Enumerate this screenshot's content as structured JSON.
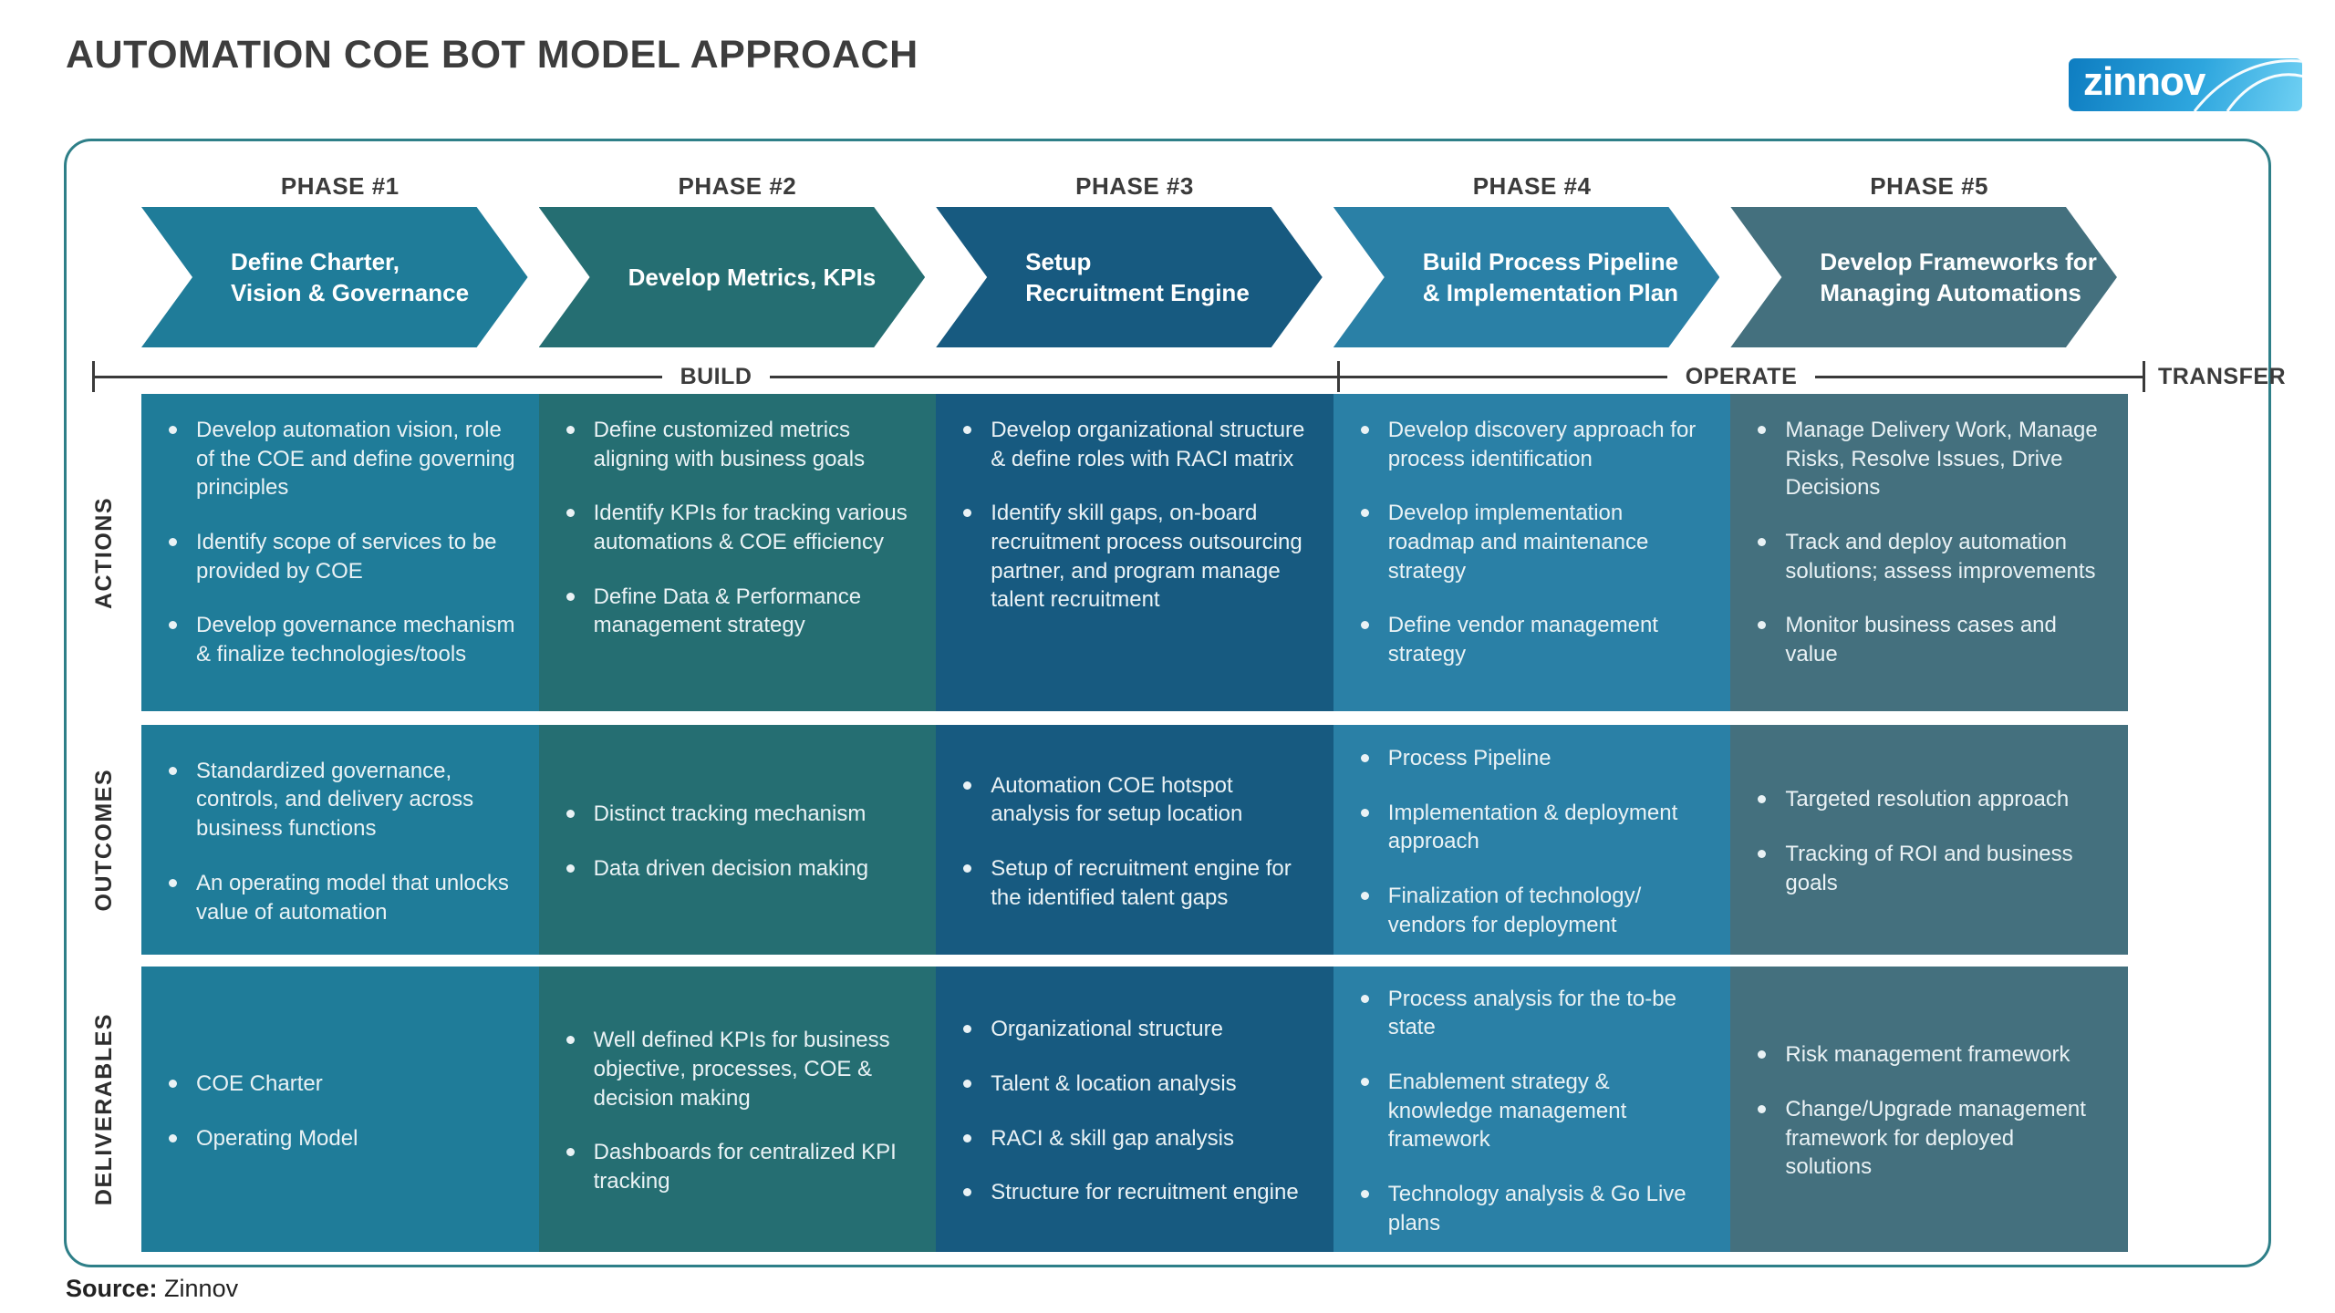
{
  "page": {
    "title": "AUTOMATION COE BOT MODEL APPROACH",
    "logo_text": "zinnov",
    "source_label": "Source:",
    "source_value": "Zinnov"
  },
  "colors": {
    "frame_border": "#2E7F88",
    "title_text": "#3D3D3D",
    "timeline": "#3A3A3A",
    "cell_text": "#EAF2F5",
    "logo_blue_dark": "#0E7DC1",
    "logo_blue_light": "#6FD0F3"
  },
  "timeline": {
    "build_label": "BUILD",
    "operate_label": "OPERATE",
    "transfer_label": "TRANSFER"
  },
  "rows": [
    {
      "label": "ACTIONS"
    },
    {
      "label": "OUTCOMES"
    },
    {
      "label": "DELIVERABLES"
    }
  ],
  "phases": [
    {
      "header": "PHASE #1",
      "arrow_label": "Define Charter,\nVision & Governance",
      "color": "#1F7C99",
      "actions": [
        "Develop automation vision, role of the COE and define governing principles",
        "Identify scope of services to be provided by COE",
        "Develop governance mechanism & finalize technologies/tools"
      ],
      "outcomes": [
        "Standardized governance, controls, and delivery across business functions",
        "An operating model that unlocks value of automation"
      ],
      "deliverables": [
        "COE Charter",
        "Operating Model"
      ]
    },
    {
      "header": "PHASE #2",
      "arrow_label": "Develop Metrics, KPIs",
      "color": "#256E72",
      "actions": [
        "Define customized metrics aligning with business goals",
        "Identify KPIs for tracking various automations & COE efficiency",
        "Define Data & Performance management strategy"
      ],
      "outcomes": [
        "Distinct tracking mechanism",
        "Data driven decision making"
      ],
      "deliverables": [
        "Well defined KPIs for business objective, processes, COE & decision making",
        "Dashboards for centralized KPI tracking"
      ]
    },
    {
      "header": "PHASE #3",
      "arrow_label": "Setup\nRecruitment Engine",
      "color": "#175A80",
      "actions": [
        "Develop organizational structure & define roles with RACI matrix",
        "Identify skill gaps, on-board recruitment process outsourcing partner, and program manage talent recruitment"
      ],
      "outcomes": [
        "Automation COE hotspot analysis for setup location",
        "Setup of recruitment engine for the identified talent gaps"
      ],
      "deliverables": [
        "Organizational structure",
        "Talent & location analysis",
        "RACI & skill gap analysis",
        "Structure for recruitment engine"
      ]
    },
    {
      "header": "PHASE #4",
      "arrow_label": "Build Process Pipeline\n& Implementation Plan",
      "color": "#2A80A6",
      "actions": [
        "Develop discovery approach for process identification",
        "Develop implementation roadmap and maintenance strategy",
        "Define vendor management strategy"
      ],
      "outcomes": [
        "Process Pipeline",
        "Implementation & deployment approach",
        "Finalization of technology/ vendors for deployment"
      ],
      "deliverables": [
        "Process analysis for the to-be state",
        "Enablement strategy & knowledge management framework",
        "Technology analysis & Go Live plans"
      ]
    },
    {
      "header": "PHASE #5",
      "arrow_label": "Develop Frameworks for\nManaging Automations",
      "color": "#44707E",
      "actions": [
        "Manage Delivery Work, Manage Risks, Resolve Issues, Drive Decisions",
        "Track and deploy automation solutions; assess improvements",
        "Monitor business cases and value"
      ],
      "outcomes": [
        "Targeted resolution approach",
        "Tracking of ROI and business goals"
      ],
      "deliverables": [
        "Risk management framework",
        "Change/Upgrade management framework for deployed solutions"
      ]
    }
  ]
}
